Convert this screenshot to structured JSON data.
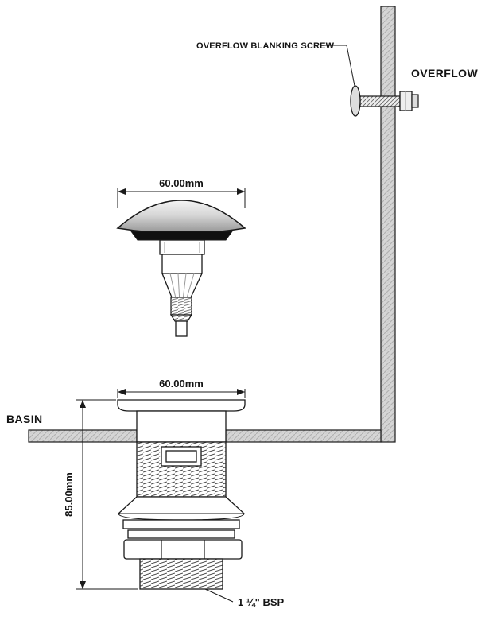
{
  "title": "Basin waste technical diagram",
  "labels": {
    "overflow_screw": "OVERFLOW BLANKING SCREW",
    "overflow": "OVERFLOW",
    "basin": "BASIN",
    "bsp": "1 ¼\" BSP"
  },
  "dimensions": {
    "cap_width": "60.00mm",
    "flange_width": "60.00mm",
    "body_height": "85.00mm"
  },
  "palette": {
    "line": "#1a1a1a",
    "wall_fill": "#d6d6d6",
    "gasket": "#101010",
    "metal_light": "#f0f0f0",
    "metal_dark": "#9a9a9a"
  }
}
